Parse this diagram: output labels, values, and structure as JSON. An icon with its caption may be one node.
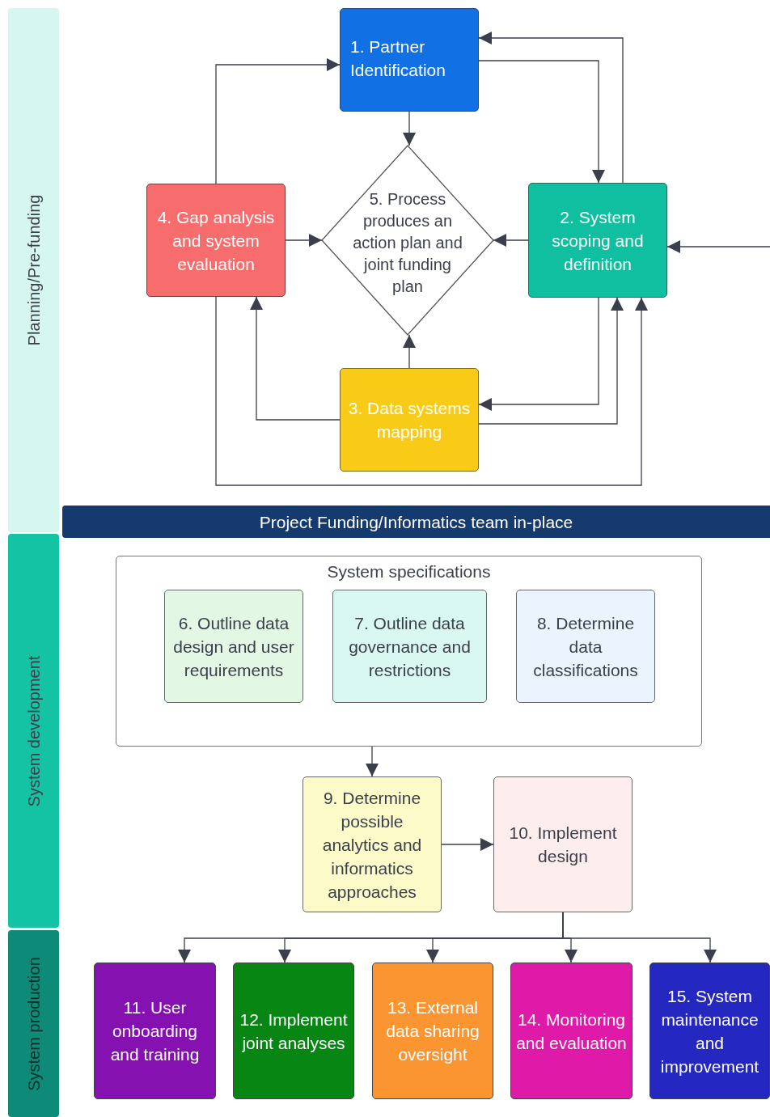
{
  "diagram": {
    "nodes": [
      {
        "text": [
          "Planning/Pre-funding"
        ]
      },
      {
        "text": [
          "System development"
        ]
      },
      {
        "text": [
          "System production"
        ]
      },
      {
        "text": [
          "1. Partner Identification"
        ]
      },
      {
        "text": [
          "2. System scoping and definition"
        ]
      },
      {
        "text": [
          "3. Data systems mapping"
        ]
      },
      {
        "text": [
          "4. Gap analysis and system evaluation"
        ]
      },
      {
        "text": [
          "5. Process produces an action plan and joint funding plan"
        ]
      },
      {
        "text": [
          "Project Funding/Informatics team in-place"
        ]
      },
      {
        "text": [
          "System specifications"
        ]
      },
      {
        "text": [
          "6. Outline data design and user requirements"
        ],
        "in": 9
      },
      {
        "text": [
          "7. Outline data governance and restrictions"
        ],
        "in": 9
      },
      {
        "text": [
          "8. Determine data classifications"
        ],
        "in": 9
      },
      {
        "text": [
          "9. Determine possible analytics and informatics approaches"
        ]
      },
      {
        "text": [
          "10. Implement design"
        ]
      },
      {
        "text": [
          "11. User onboarding and training"
        ]
      },
      {
        "text": [
          "12. Implement joint analyses"
        ]
      },
      {
        "text": [
          "13. External data sharing oversight"
        ]
      },
      {
        "text": [
          "14. Monitoring and evaluation"
        ]
      },
      {
        "text": [
          "15. System maintenance and improvement"
        ]
      }
    ],
    "edges": [
      {
        "from": 3,
        "to": 7,
        "arrow": "to"
      },
      {
        "from": 6,
        "to": 3,
        "arrow": "to"
      },
      {
        "from": 3,
        "to": 4,
        "arrow": "to"
      },
      {
        "from": 4,
        "to": 3,
        "arrow": "to"
      },
      {
        "from": 4,
        "to": 7,
        "arrow": "to"
      },
      {
        "from": 6,
        "to": 7,
        "arrow": "to"
      },
      {
        "from": 5,
        "to": 7,
        "arrow": "to"
      },
      {
        "from": 4,
        "to": 5,
        "arrow": "to"
      },
      {
        "from": 5,
        "to": 4,
        "arrow": "to"
      },
      {
        "from": 5,
        "to": 6,
        "arrow": "to"
      },
      {
        "from": 6,
        "to": 4,
        "arrow": "to"
      },
      {
        "from": null,
        "to": 4,
        "arrow": "to"
      },
      {
        "from": 9,
        "to": 13,
        "arrow": "to"
      },
      {
        "from": 13,
        "to": 14,
        "arrow": "to"
      },
      {
        "from": 14,
        "to": 15,
        "arrow": "to"
      },
      {
        "from": 14,
        "to": 16,
        "arrow": "to"
      },
      {
        "from": 14,
        "to": 17,
        "arrow": "to"
      },
      {
        "from": 14,
        "to": 18,
        "arrow": "to"
      },
      {
        "from": 14,
        "to": 19,
        "arrow": "to"
      }
    ]
  }
}
